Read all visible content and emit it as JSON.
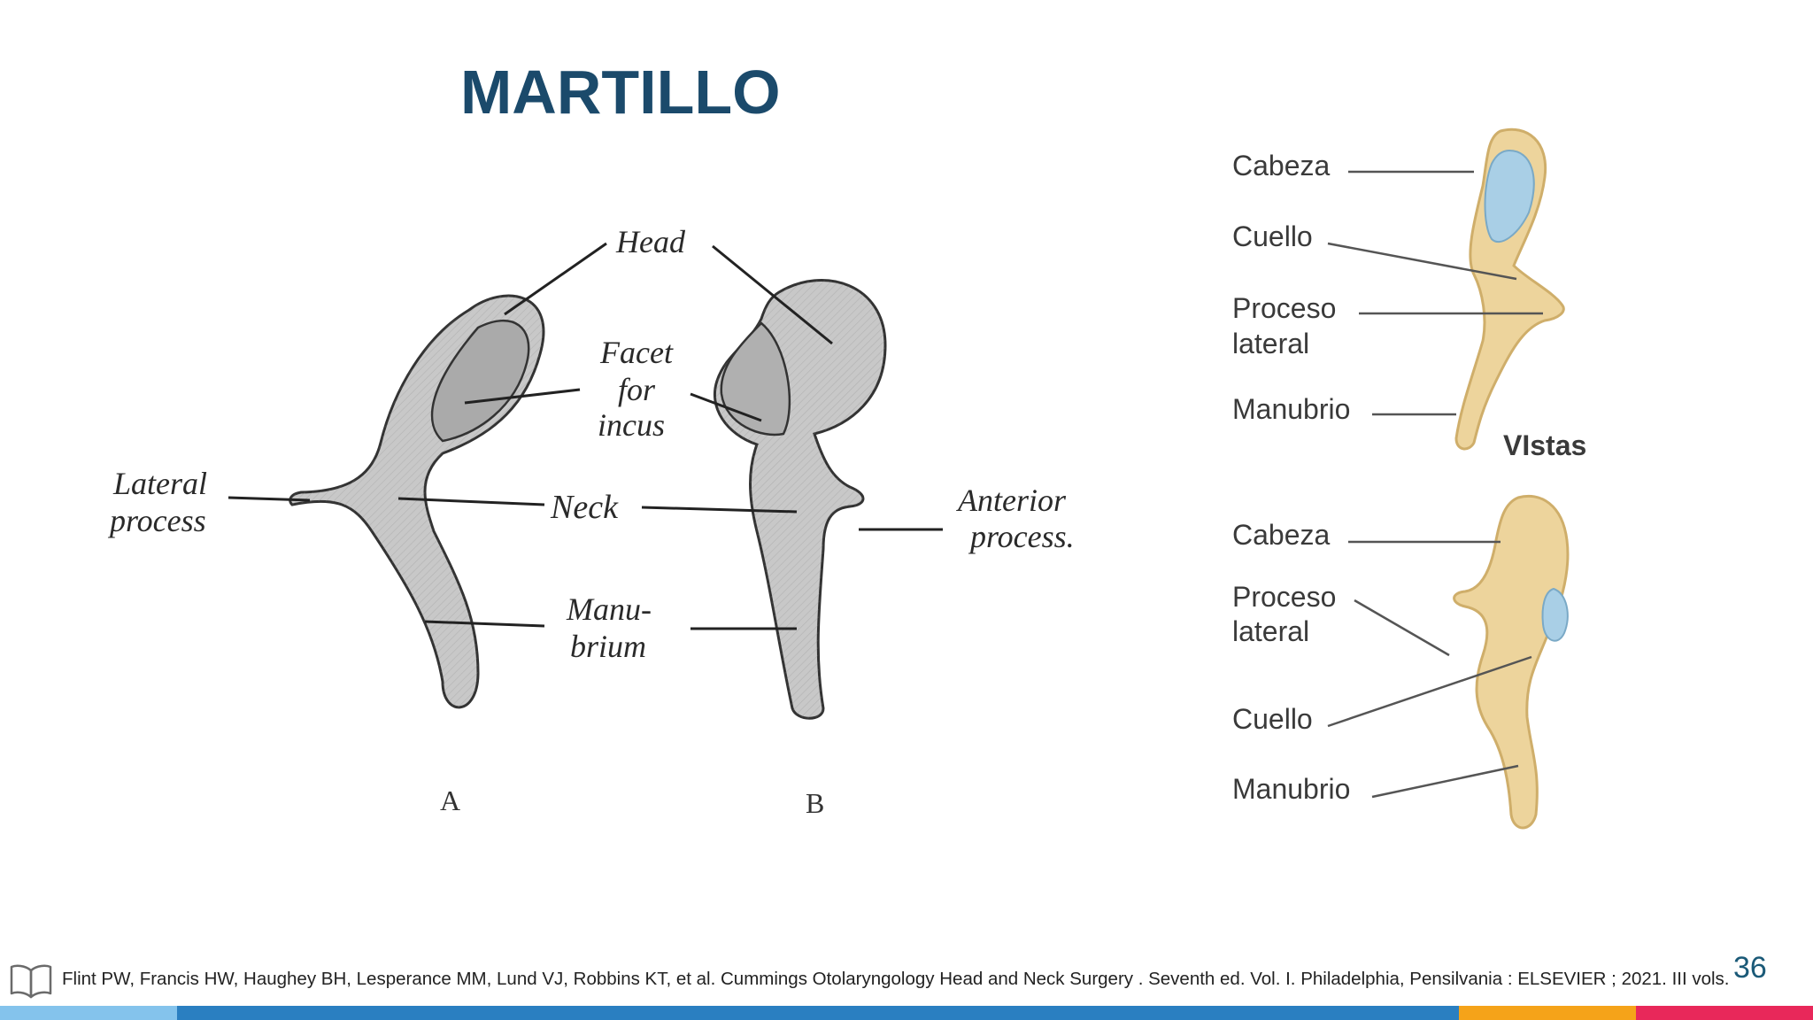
{
  "slide": {
    "title": "MARTILLO",
    "page_number": "36"
  },
  "gray_figure": {
    "labels": {
      "head": "Head",
      "facet_line1": "Facet",
      "facet_line2": "for",
      "facet_line3": "incus",
      "lateral_line1": "Lateral",
      "lateral_line2": "process",
      "neck": "Neck",
      "anterior_line1": "Anterior",
      "anterior_line2": "process.",
      "manubrium_line1": "Manu-",
      "manubrium_line2": "brium",
      "view_a": "A",
      "view_b": "B"
    }
  },
  "color_figure": {
    "top": {
      "cabeza": "Cabeza",
      "cuello": "Cuello",
      "proceso_line1": "Proceso",
      "proceso_line2": "lateral",
      "manubrio": "Manubrio"
    },
    "views_label": "VIstas",
    "bottom": {
      "cabeza": "Cabeza",
      "proceso_line1": "Proceso",
      "proceso_line2": "lateral",
      "cuello": "Cuello",
      "manubrio": "Manubrio"
    },
    "colors": {
      "bone": "#edd49c",
      "bone_shadow": "#cfae6a",
      "facet": "#a9cfe6"
    }
  },
  "citation": {
    "icon": "book-icon",
    "text": "Flint PW, Francis HW, Haughey BH, Lesperance MM, Lund VJ, Robbins KT, et al. Cummings Otolaryngology Head and Neck Surgery . Seventh ed. Vol. I. Philadelphia,  Pensilvania  : ELSEVIER ; 2021. III vols."
  },
  "stripe_colors": [
    "#84c3ec",
    "#2a7fc1",
    "#f5a319",
    "#e8285a"
  ]
}
